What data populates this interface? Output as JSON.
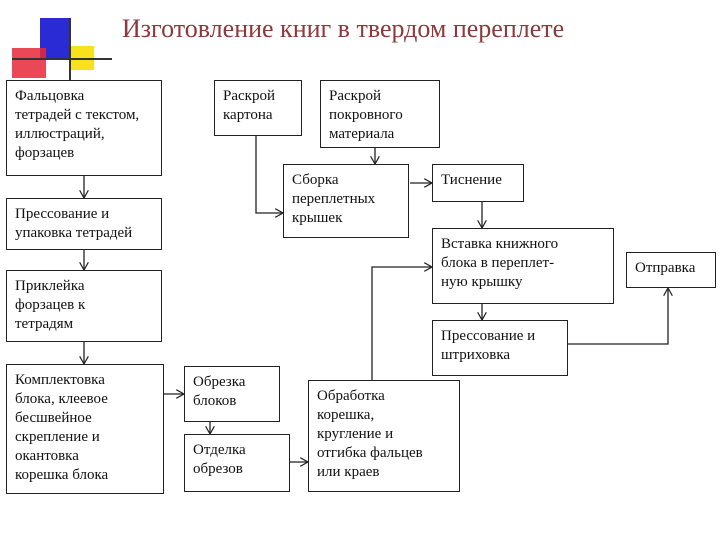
{
  "title": "Изготовление книг в твердом переплете",
  "colors": {
    "title": "#8a3a3a",
    "logo_blue": "#2b2bd6",
    "logo_red": "#e8283a",
    "logo_yellow": "#f7e21c"
  },
  "boxes": {
    "folding": "Фальцовка\nтетрадей с текстом,\nиллюстраций,\nфорзацев",
    "pressing_packing": "Прессование и\nупаковка тетрадей",
    "gluing_endpapers": "Приклейка\nфорзацев к\nтетрадям",
    "assembly": "Комплектовка\nблока, клеевое\nбесшвейное\nскрепление и\nокантовка\nкорешка блока",
    "trimming": "Обрезка\nблоков",
    "edge_finishing": "Отделка\nобрезов",
    "spine_processing": "Обработка\nкорешка,\nкругление и\nотгибка фальцев\nили краев",
    "cardboard_cut": "Раскрой\nкартона",
    "cover_material_cut": "Раскрой\nпокровного\nматериала",
    "cover_assembly": "Сборка\nпереплетных\nкрышек",
    "embossing": "Тиснение",
    "casing_in": "Вставка книжного\nблока в переплет-\nную крышку",
    "pressing_grooving": "Прессование и\nштриховка",
    "shipping": "Отправка"
  }
}
